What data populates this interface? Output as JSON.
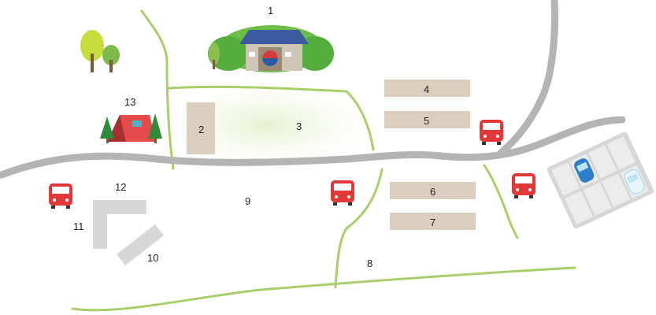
{
  "labels": {
    "l1": "1",
    "l2": "2",
    "l3": "3",
    "l4": "4",
    "l5": "5",
    "l6": "6",
    "l7": "7",
    "l8": "8",
    "l9": "9",
    "l10": "10",
    "l11": "11",
    "l12": "12",
    "l13": "13"
  },
  "colors": {
    "road": "#b4b4b4",
    "path": "#a9cf6a",
    "lawn": "#eef6dc",
    "building": "#dccebe",
    "bus": "#e2383a",
    "tent": "#e64b4b",
    "tree": "#3f9a3a",
    "parking_lot": "#d7d7d7",
    "gate_roof": "#3d5a9e"
  },
  "icons": [
    "gate-building-icon",
    "tent-icon",
    "tree-icon",
    "bus-icon",
    "car-icon"
  ]
}
